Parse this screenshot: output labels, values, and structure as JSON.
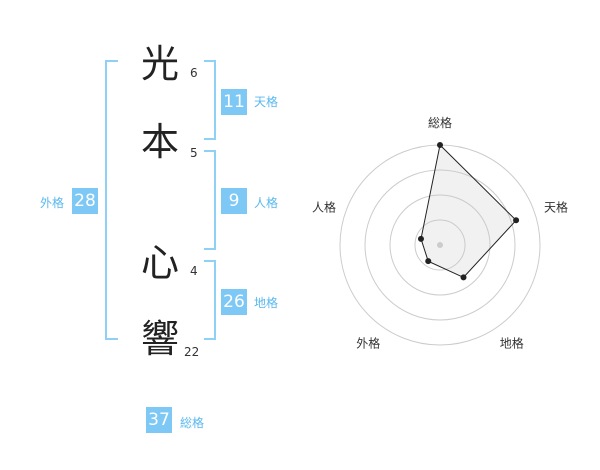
{
  "name_chars": [
    {
      "char": "光",
      "strokes": "6"
    },
    {
      "char": "本",
      "strokes": "5"
    },
    {
      "char": "心",
      "strokes": "4"
    },
    {
      "char": "響",
      "strokes": "22"
    }
  ],
  "fortunes": {
    "tenkaku": {
      "value": "11",
      "label": "天格"
    },
    "jinkaku": {
      "value": "9",
      "label": "人格"
    },
    "chikaku": {
      "value": "26",
      "label": "地格"
    },
    "gaikaku": {
      "value": "28",
      "label": "外格"
    },
    "soukaku": {
      "value": "37",
      "label": "総格"
    }
  },
  "colors": {
    "accent": "#7ec8f5",
    "accent_text": "#59b8ef",
    "bracket": "#8fd0f6"
  },
  "chart_data": {
    "type": "radar",
    "axes": [
      "総格",
      "天格",
      "地格",
      "外格",
      "人格"
    ],
    "values": [
      5,
      4,
      2,
      1,
      1
    ],
    "rmax": 5,
    "rings": 4,
    "grid": true
  }
}
